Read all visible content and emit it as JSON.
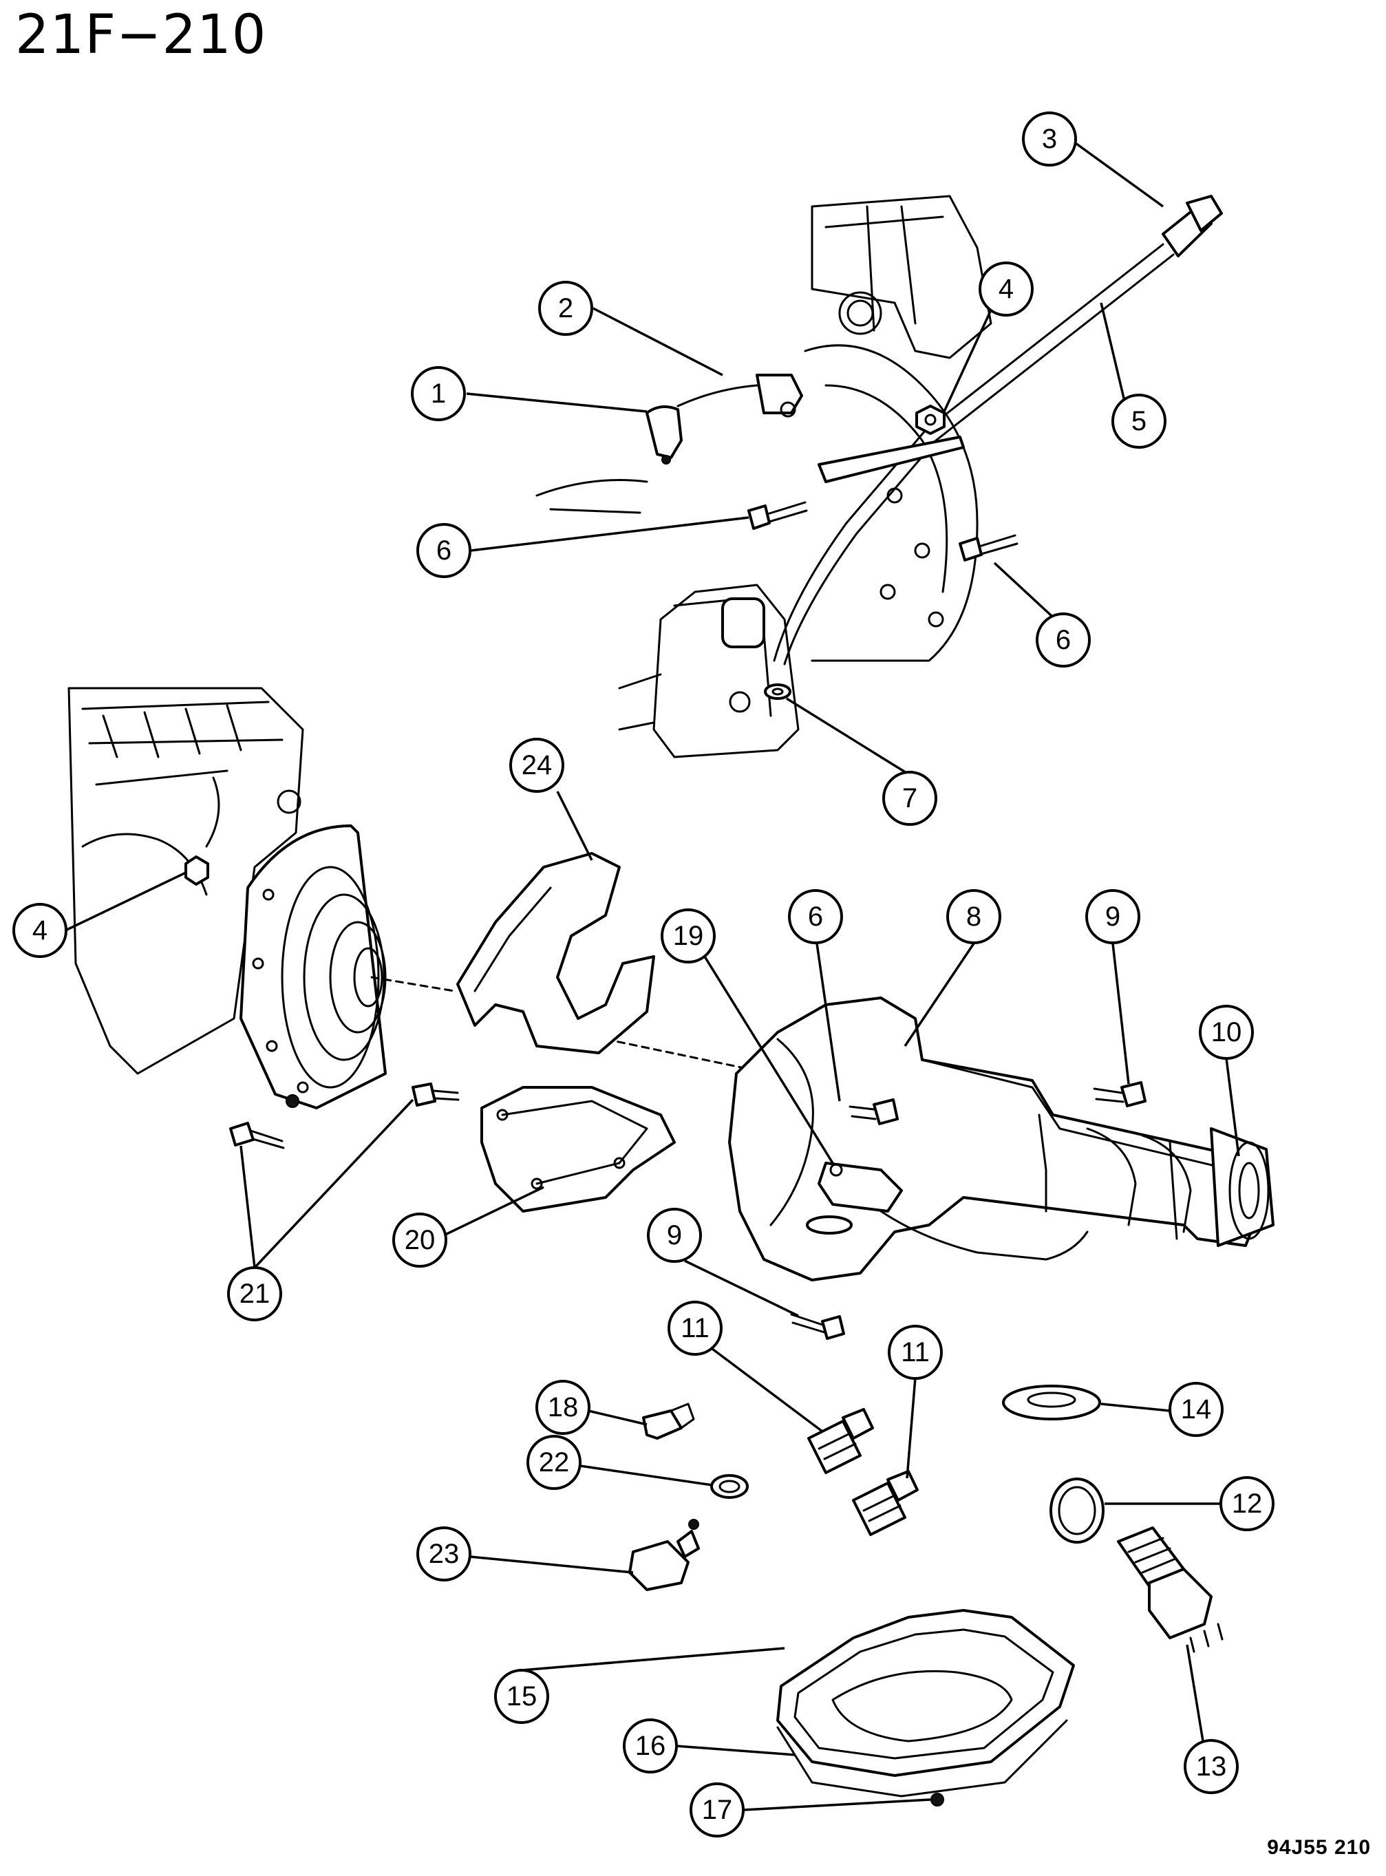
{
  "header": {
    "title": "21F−210"
  },
  "footer": {
    "figure_code": "94J55  210"
  },
  "callouts": [
    {
      "id": "c1",
      "label": "1"
    },
    {
      "id": "c2",
      "label": "2"
    },
    {
      "id": "c3",
      "label": "3"
    },
    {
      "id": "c4a",
      "label": "4"
    },
    {
      "id": "c5",
      "label": "5"
    },
    {
      "id": "c6a",
      "label": "6"
    },
    {
      "id": "c6b",
      "label": "6"
    },
    {
      "id": "c7",
      "label": "7"
    },
    {
      "id": "c24",
      "label": "24"
    },
    {
      "id": "c4b",
      "label": "4"
    },
    {
      "id": "c6c",
      "label": "6"
    },
    {
      "id": "c8",
      "label": "8"
    },
    {
      "id": "c9a",
      "label": "9"
    },
    {
      "id": "c10",
      "label": "10"
    },
    {
      "id": "c19",
      "label": "19"
    },
    {
      "id": "c20",
      "label": "20"
    },
    {
      "id": "c21",
      "label": "21"
    },
    {
      "id": "c9b",
      "label": "9"
    },
    {
      "id": "c11a",
      "label": "11"
    },
    {
      "id": "c11b",
      "label": "11"
    },
    {
      "id": "c18",
      "label": "18"
    },
    {
      "id": "c14",
      "label": "14"
    },
    {
      "id": "c22",
      "label": "22"
    },
    {
      "id": "c12",
      "label": "12"
    },
    {
      "id": "c23",
      "label": "23"
    },
    {
      "id": "c15",
      "label": "15"
    },
    {
      "id": "c16",
      "label": "16"
    },
    {
      "id": "c13",
      "label": "13"
    },
    {
      "id": "c17",
      "label": "17"
    }
  ]
}
